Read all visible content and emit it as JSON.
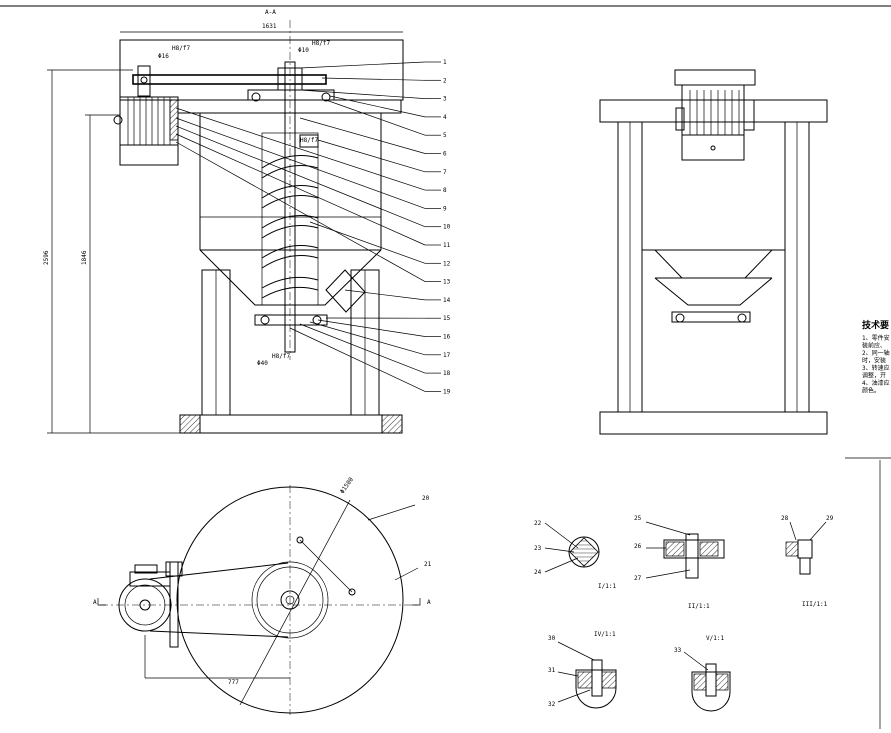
{
  "title_block": {
    "section_mark_top": "A-A",
    "width_dim": "1631",
    "height_dim_outer": "2596",
    "height_dim_inner": "1846",
    "bolt_top": "Φ16",
    "bolt_upper": "Φ10",
    "bolt_lower": "Φ40",
    "spec_top": "H8/f7",
    "spec_mid": "H8/f7",
    "spec_bot": "H8/f7"
  },
  "front_callouts": [
    "1",
    "2",
    "3",
    "4",
    "5",
    "6",
    "7",
    "8",
    "9",
    "10",
    "11",
    "12",
    "13",
    "14",
    "15",
    "16",
    "17",
    "18",
    "19"
  ],
  "plan_view": {
    "callout_upper": "20",
    "callout_right": "21",
    "dia_label": "Φ1500",
    "dim_offset": "777",
    "section_left": "A",
    "section_right": "A"
  },
  "details": {
    "d1": {
      "callouts": [
        "22",
        "23",
        "24"
      ],
      "mark": "I/1:1"
    },
    "d2": {
      "callouts": [
        "25",
        "26",
        "27"
      ],
      "mark": "II/1:1"
    },
    "d3": {
      "callouts": [
        "28",
        "29"
      ],
      "mark": "III/1:1"
    },
    "d4": {
      "callouts": [
        "30",
        "31",
        "32"
      ],
      "mark": "IV/1:1"
    },
    "d5": {
      "callouts": [
        "33"
      ],
      "mark": "V/1:1"
    }
  },
  "tech_notes": {
    "heading": "技术要",
    "lines": [
      "1、零件安",
      "装前应、",
      "2、同一轴",
      "时，安装",
      "3、转速应",
      "调整，开",
      "4、油漆应",
      "颜色。"
    ]
  }
}
